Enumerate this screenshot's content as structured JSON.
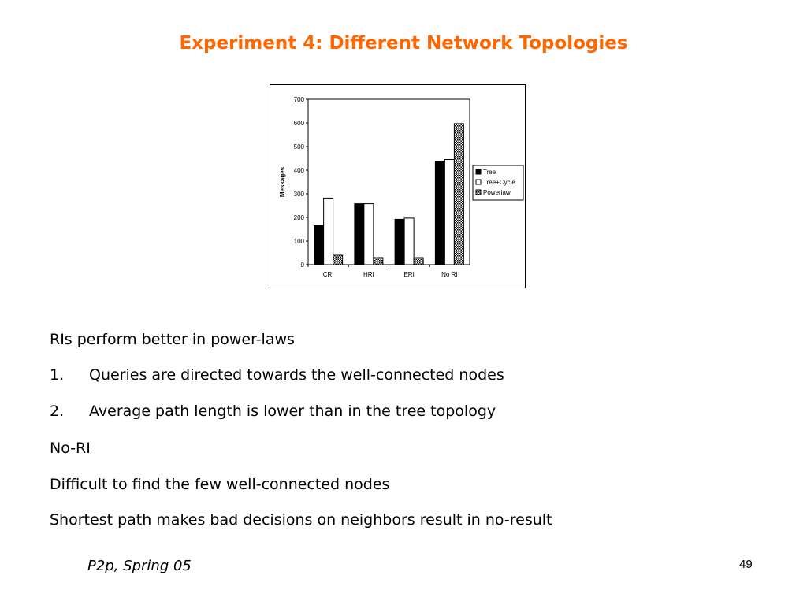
{
  "slide": {
    "title": "Experiment 4: Different Network Topologies",
    "bullets": {
      "intro": "RIs perform better in power-laws",
      "item1_num": "1.",
      "item1": "Queries are directed towards the well-connected nodes",
      "item2_num": "2.",
      "item2": "Average path length is lower than in the tree topology",
      "nori": "No-RI",
      "line5": "Difficult to find the few well-connected nodes",
      "line6": "Shortest path makes bad decisions on neighbors result in no-result"
    },
    "footer": {
      "course": "P2p, Spring 05",
      "page": "49"
    }
  },
  "chart_data": {
    "type": "bar",
    "ylabel": "Messages",
    "xlabel": "",
    "ylim": [
      0,
      700
    ],
    "yticks": [
      0,
      100,
      200,
      300,
      400,
      500,
      600,
      700
    ],
    "categories": [
      "CRI",
      "HRI",
      "ERI",
      "No RI"
    ],
    "series": [
      {
        "name": "Tree",
        "values": [
          165,
          258,
          192,
          435
        ],
        "fill": "#000000"
      },
      {
        "name": "Tree+Cycle",
        "values": [
          282,
          258,
          197,
          445
        ],
        "fill": "#ffffff"
      },
      {
        "name": "Powerlaw",
        "values": [
          40,
          30,
          30,
          597
        ],
        "fill": "hatch"
      }
    ],
    "grid": false,
    "legend": "right"
  }
}
